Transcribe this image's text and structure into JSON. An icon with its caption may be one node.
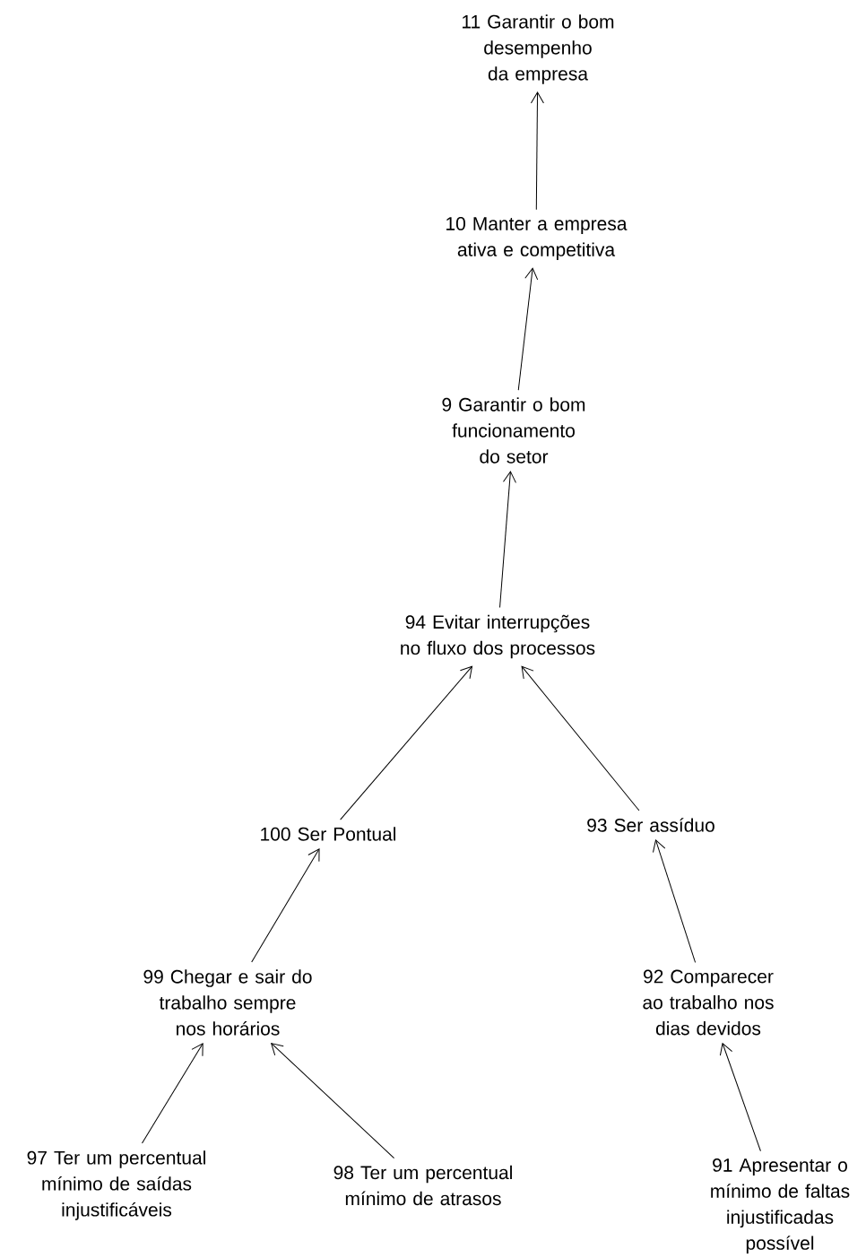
{
  "diagram": {
    "nodes": [
      {
        "text": [
          "11 Garantir o bom desempenho da empresa"
        ]
      },
      {
        "text": [
          "10 Manter a empresa ativa e competitiva"
        ]
      },
      {
        "text": [
          "9 Garantir o bom funcionamento do setor"
        ]
      },
      {
        "text": [
          "94 Evitar interrupções no fluxo dos processos"
        ]
      },
      {
        "text": [
          "100 Ser Pontual"
        ]
      },
      {
        "text": [
          "93 Ser assíduo"
        ]
      },
      {
        "text": [
          "99 Chegar e sair do trabalho sempre nos horários"
        ]
      },
      {
        "text": [
          "92 Comparecer ao trabalho nos dias devidos"
        ]
      },
      {
        "text": [
          "97 Ter um percentual mínimo de saídas injustificáveis"
        ]
      },
      {
        "text": [
          "98 Ter um percentual mínimo de atrasos"
        ]
      },
      {
        "text": [
          "91 Apresentar o mínimo de faltas injustificadas possível"
        ]
      }
    ],
    "edges": [
      {
        "from": 1,
        "to": 0,
        "arrow": "to"
      },
      {
        "from": 2,
        "to": 1,
        "arrow": "to"
      },
      {
        "from": 3,
        "to": 2,
        "arrow": "to"
      },
      {
        "from": 4,
        "to": 3,
        "arrow": "to"
      },
      {
        "from": 5,
        "to": 3,
        "arrow": "to"
      },
      {
        "from": 6,
        "to": 4,
        "arrow": "to"
      },
      {
        "from": 7,
        "to": 5,
        "arrow": "to"
      },
      {
        "from": 8,
        "to": 6,
        "arrow": "to"
      },
      {
        "from": 9,
        "to": 6,
        "arrow": "to"
      },
      {
        "from": 10,
        "to": 7,
        "arrow": "to"
      }
    ]
  }
}
